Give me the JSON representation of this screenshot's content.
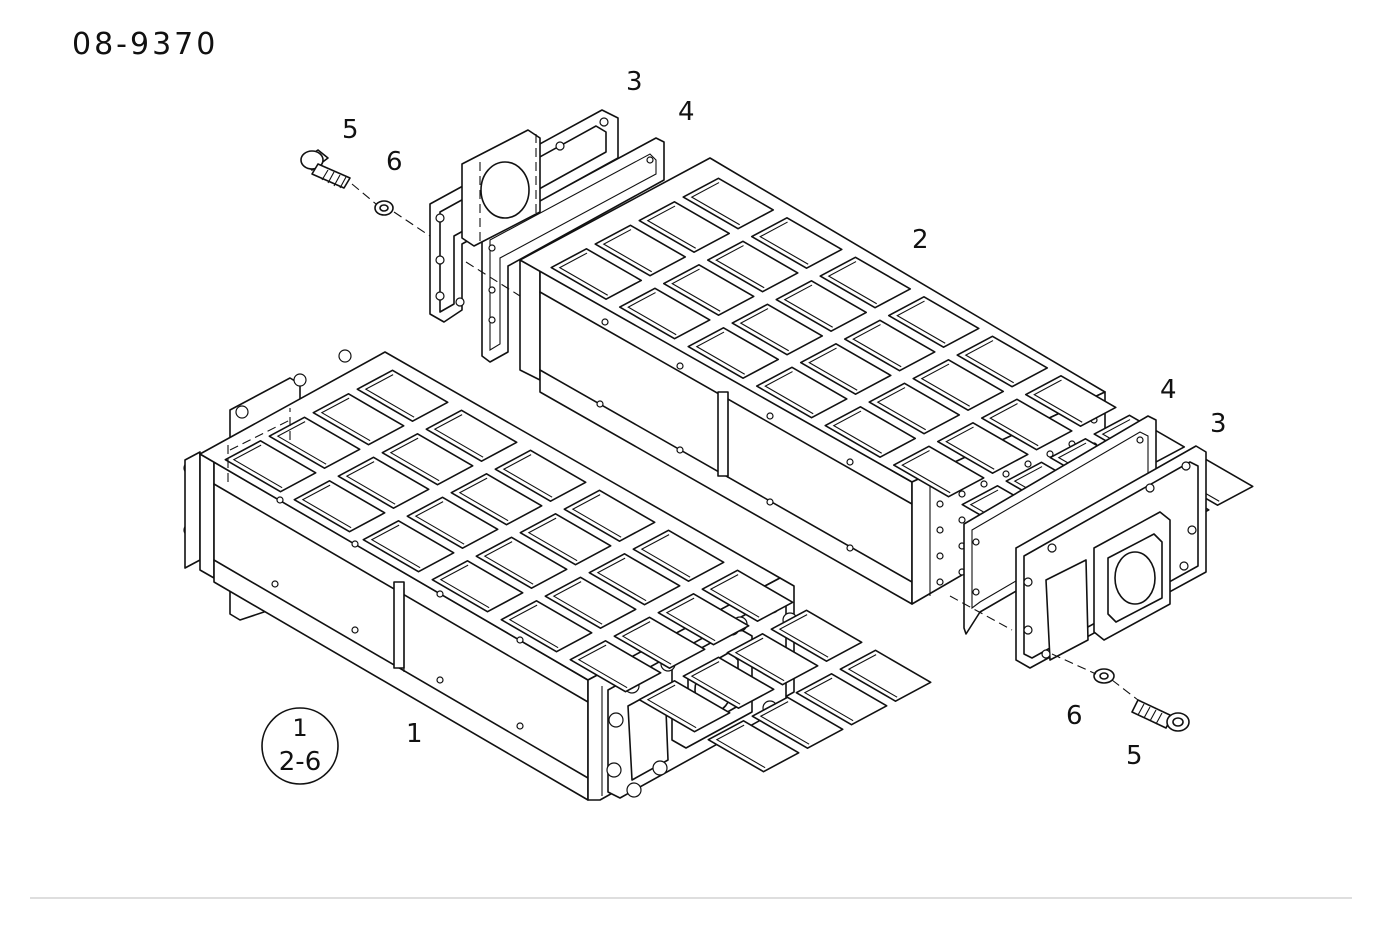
{
  "drawing_number": "08-9370",
  "callouts": {
    "part_1": "1",
    "part_2": "2",
    "part_3_left": "3",
    "part_3_right": "3",
    "part_4_left": "4",
    "part_4_right": "4",
    "part_5_left": "5",
    "part_5_right": "5",
    "part_6_left": "6",
    "part_6_right": "6"
  },
  "assembly_ref": {
    "top": "1",
    "bottom": "2-6"
  }
}
